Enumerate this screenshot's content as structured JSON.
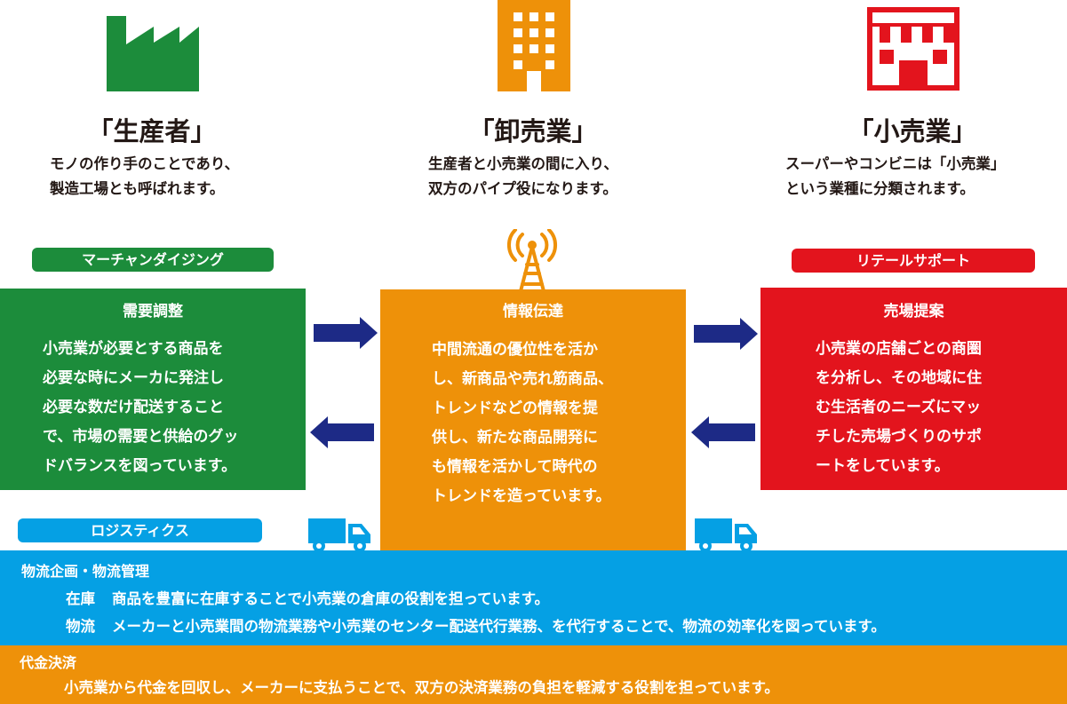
{
  "colors": {
    "green": "#1c8c3b",
    "orange": "#ee9109",
    "red": "#e3141d",
    "blue": "#05a0e4",
    "navy": "#1d2a86"
  },
  "producer": {
    "icon": "factory-icon",
    "title": "「生産者」",
    "desc": [
      "モノの作り手のことであり、",
      "製造工場とも呼ばれます。"
    ]
  },
  "wholesale": {
    "icon": "office-building-icon",
    "title": "「卸売業」",
    "desc": [
      "生産者と小売業の間に入り、",
      "双方のパイプ役になります。"
    ]
  },
  "retail": {
    "icon": "storefront-icon",
    "title": "「小売業」",
    "desc": [
      "スーパーやコンビニは「小売業」",
      "という業種に分類されます。"
    ]
  },
  "labels": {
    "merchandising": "マーチャンダイジング",
    "retail_support": "リテールサポート",
    "logistics": "ロジスティクス"
  },
  "boxes": {
    "demand": {
      "title": "需要調整",
      "lines": [
        "小売業が必要とする商品を",
        "必要な時にメーカに発注し",
        "必要な数だけ配送すること",
        "で、市場の需要と供給のグッ",
        "ドバランスを図っています。"
      ]
    },
    "info": {
      "icon": "radio-tower-icon",
      "title": "情報伝達",
      "lines": [
        "中間流通の優位性を活か",
        "し、新商品や売れ筋商品、",
        "トレンドなどの情報を提",
        "供し、新たな商品開発に",
        "も情報を活かして時代の",
        "トレンドを造っています。"
      ]
    },
    "sales": {
      "title": "売場提案",
      "lines": [
        "小売業の店舗ごとの商圏",
        "を分析し、その地域に住",
        "む生活者のニーズにマッ",
        "チした売場づくりのサポ",
        "ートをしています。"
      ]
    }
  },
  "logistics_band": {
    "title": "物流企画・物流管理",
    "rows": [
      {
        "label": "在庫",
        "text": "商品を豊富に在庫することで小売業の倉庫の役割を担っています。"
      },
      {
        "label": "物流",
        "text": "メーカーと小売業間の物流業務や小売業のセンター配送代行業務、を代行することで、物流の効率化を図っています。"
      }
    ]
  },
  "settlement_band": {
    "title": "代金決済",
    "text": "小売業から代金を回収し、メーカーに支払うことで、双方の決済業務の負担を軽減する役割を担っています。"
  }
}
